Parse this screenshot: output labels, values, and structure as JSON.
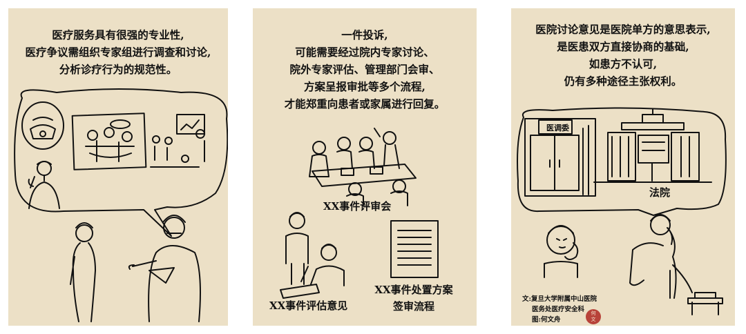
{
  "panels": [
    {
      "caption": [
        "医疗服务具有很强的专业性,",
        "医疗争议需组织专家组进行调查和讨论,",
        "分析诊疗行为的规范性。"
      ]
    },
    {
      "caption": [
        "一件投诉,",
        "可能需要经过院内专家讨论、",
        "院外专家评估、管理部门会审、",
        "方案呈报审批等多个流程,",
        "才能郑重向患者或家属进行回复。"
      ],
      "meeting_label": "XX事件评审会",
      "assessment_label": "XX事件评估意见",
      "plan_label_lines": [
        "XX事件处置方案",
        "签审流程"
      ]
    },
    {
      "caption": [
        "医院讨论意见是医院单方的意思表示,",
        "是医患双方直接协商的基础,",
        "如患方不认可,",
        "仍有多种途径主张权利。"
      ],
      "mediation_sign": "医调委",
      "court_label": "法院",
      "credits": [
        "文:复旦大学附属中山医院",
        "医务处医疗安全科",
        "图:何文舟"
      ]
    }
  ],
  "colors": {
    "panel_bg": "#ece0c6",
    "ink": "#111111",
    "seal": "#b8433a"
  }
}
